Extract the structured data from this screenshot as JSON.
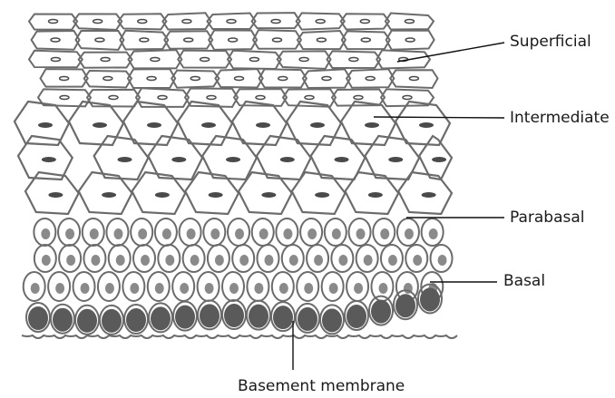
{
  "figure": {
    "labels": [
      {
        "id": "superficial",
        "text": "Superficial"
      },
      {
        "id": "intermediate",
        "text": "Intermediate"
      },
      {
        "id": "parabasal",
        "text": "Parabasal"
      },
      {
        "id": "basal",
        "text": "Basal"
      },
      {
        "id": "basement-membrane",
        "text": "Basement membrane"
      }
    ],
    "colors": {
      "outline": "#6b6b6b",
      "nucleus_light": "#8a8a8a",
      "nucleus_dark": "#4a4a4a",
      "basal_fill": "#5a5a5a",
      "leader_line": "#111111"
    }
  }
}
